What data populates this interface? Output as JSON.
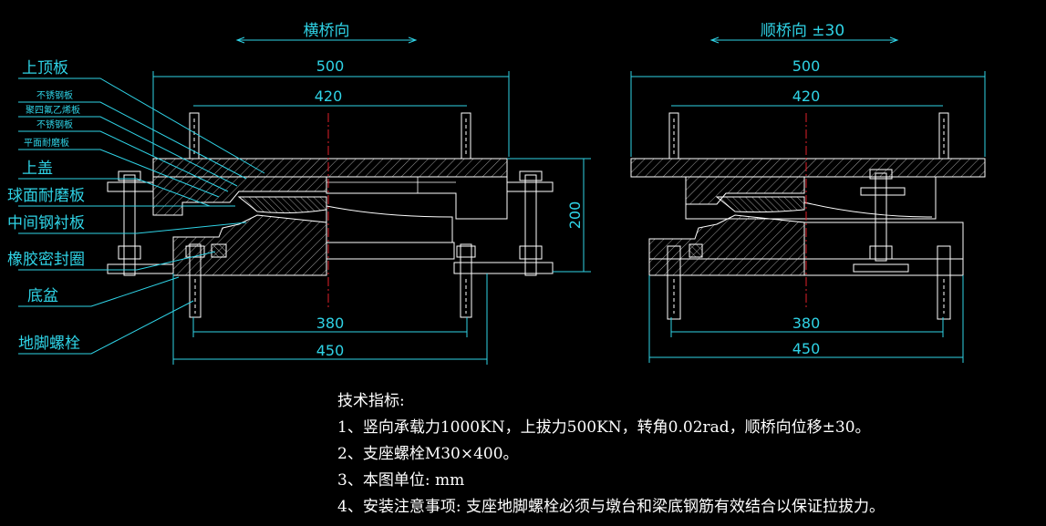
{
  "views": {
    "transverse": {
      "title": "横桥向"
    },
    "longitudinal": {
      "title": "顺桥向 ±30"
    }
  },
  "dimensions": {
    "top_plate": "500",
    "top_bolt_spacing": "420",
    "bottom_bolt_spacing": "380",
    "base_width": "450",
    "height": "200"
  },
  "labels": [
    "上顶板",
    "不锈钢板",
    "聚四氟乙烯板",
    "不锈钢板",
    "平面耐磨板",
    "上盖",
    "球面耐磨板",
    "中间钢衬板",
    "橡胶密封圈",
    "底盆",
    "地脚螺栓"
  ],
  "notes": {
    "heading": "技术指标:",
    "items": [
      "1、竖向承载力1000KN，上拔力500KN，转角0.02rad，顺桥向位移±30。",
      "2、支座螺栓M30×400。",
      "3、本图单位: mm",
      "4、安装注意事项: 支座地脚螺栓必须与墩台和梁底钢筋有效结合以保证拉拔力。"
    ]
  },
  "colors": {
    "background": "#000000",
    "dimension": "#2fd3e6",
    "outline": "#ffffff",
    "centerline": "#e0202a"
  }
}
